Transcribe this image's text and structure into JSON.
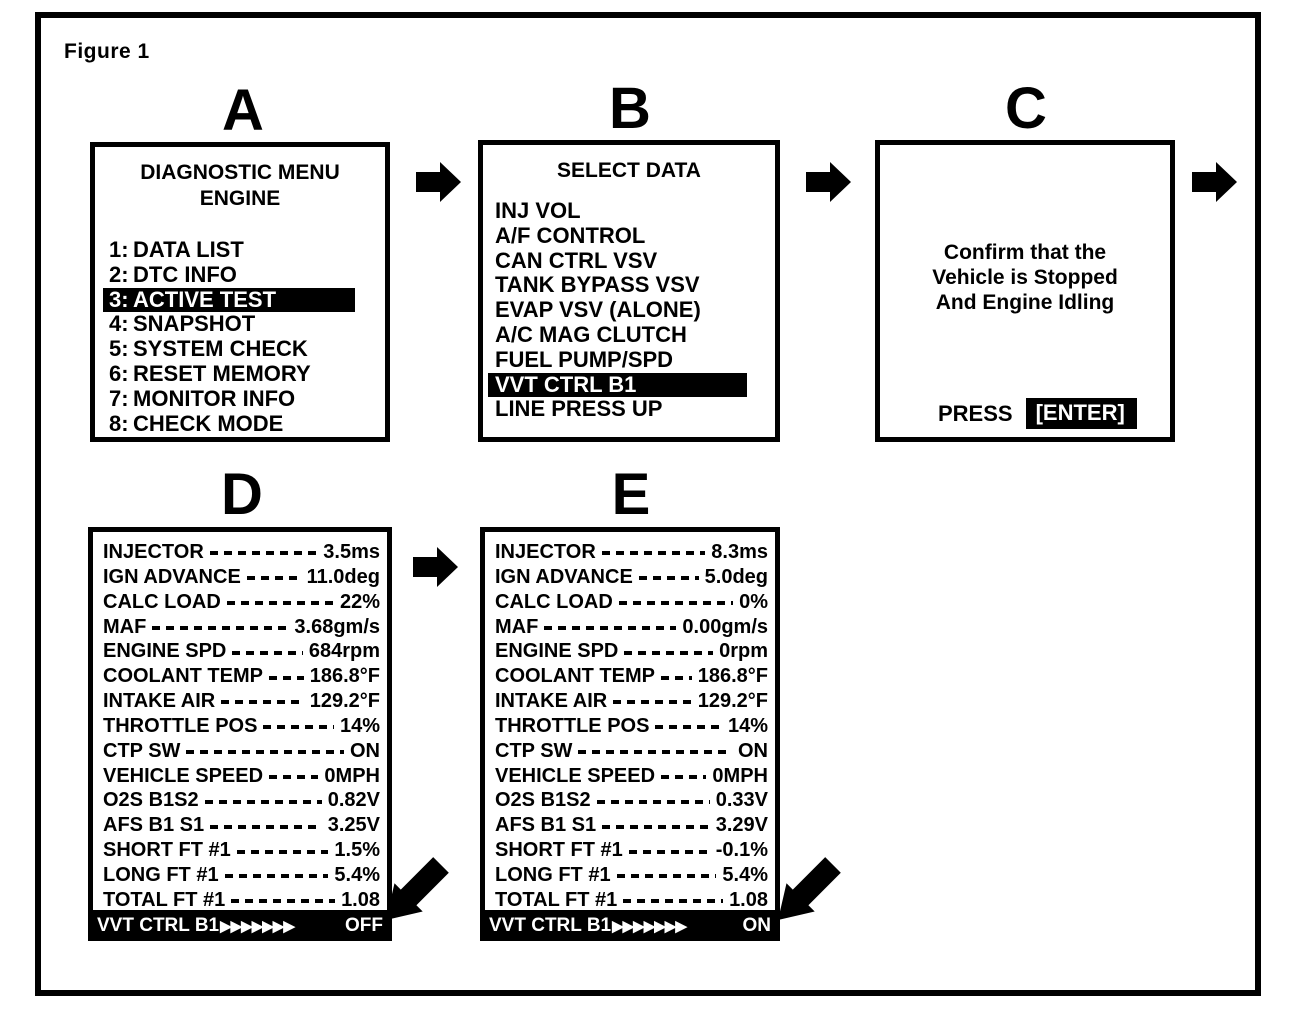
{
  "figure": {
    "label": "Figure 1"
  },
  "colors": {
    "ink": "#000000",
    "paper": "#ffffff",
    "highlight_bg": "#000000",
    "highlight_text": "#ffffff"
  },
  "icons": {
    "flow_arrow": "right-block-arrow",
    "pointer_arrow": "down-left-thick-arrow"
  },
  "panels": {
    "a": {
      "letter": "A",
      "title_line1": "DIAGNOSTIC MENU",
      "title_line2": "ENGINE",
      "items": [
        {
          "num": "1:",
          "label": "DATA LIST",
          "highlighted": false
        },
        {
          "num": "2:",
          "label": "DTC INFO",
          "highlighted": false
        },
        {
          "num": "3:",
          "label": "ACTIVE TEST",
          "highlighted": true
        },
        {
          "num": "4:",
          "label": "SNAPSHOT",
          "highlighted": false
        },
        {
          "num": "5:",
          "label": "SYSTEM CHECK",
          "highlighted": false
        },
        {
          "num": "6:",
          "label": "RESET MEMORY",
          "highlighted": false
        },
        {
          "num": "7:",
          "label": "MONITOR INFO",
          "highlighted": false
        },
        {
          "num": "8:",
          "label": "CHECK MODE",
          "highlighted": false
        }
      ]
    },
    "b": {
      "letter": "B",
      "title": "SELECT DATA",
      "items": [
        {
          "label": "INJ VOL",
          "highlighted": false
        },
        {
          "label": "A/F CONTROL",
          "highlighted": false
        },
        {
          "label": "CAN CTRL VSV",
          "highlighted": false
        },
        {
          "label": "TANK BYPASS VSV",
          "highlighted": false
        },
        {
          "label": "EVAP VSV (ALONE)",
          "highlighted": false
        },
        {
          "label": "A/C MAG CLUTCH",
          "highlighted": false
        },
        {
          "label": "FUEL PUMP/SPD",
          "highlighted": false
        },
        {
          "label": "VVT CTRL B1",
          "highlighted": true
        },
        {
          "label": "LINE PRESS UP",
          "highlighted": false
        }
      ]
    },
    "c": {
      "letter": "C",
      "message_line1": "Confirm that the",
      "message_line2": "Vehicle is Stopped",
      "message_line3": "And Engine Idling",
      "press_label": "PRESS",
      "enter_label": "[ENTER]"
    },
    "d": {
      "letter": "D",
      "rows": [
        {
          "label": "INJECTOR",
          "value": "3.5ms"
        },
        {
          "label": "IGN ADVANCE",
          "value": "11.0deg"
        },
        {
          "label": "CALC LOAD",
          "value": "22%"
        },
        {
          "label": "MAF",
          "value": "3.68gm/s"
        },
        {
          "label": "ENGINE SPD",
          "value": "684rpm"
        },
        {
          "label": "COOLANT TEMP",
          "value": "186.8°F"
        },
        {
          "label": "INTAKE AIR",
          "value": "129.2°F"
        },
        {
          "label": "THROTTLE POS",
          "value": "14%"
        },
        {
          "label": "CTP SW",
          "value": "ON"
        },
        {
          "label": "VEHICLE SPEED",
          "value": "0MPH"
        },
        {
          "label": "O2S B1S2",
          "value": "0.82V"
        },
        {
          "label": "AFS B1 S1",
          "value": "3.25V"
        },
        {
          "label": "SHORT FT #1",
          "value": "1.5%"
        },
        {
          "label": "LONG FT #1",
          "value": "5.4%"
        },
        {
          "label": "TOTAL FT #1",
          "value": "1.08"
        }
      ],
      "status": {
        "label": "VVT CTRL B1",
        "arrows": "▶▶▶▶▶▶▶",
        "value": "OFF"
      }
    },
    "e": {
      "letter": "E",
      "rows": [
        {
          "label": "INJECTOR",
          "value": "8.3ms"
        },
        {
          "label": "IGN ADVANCE",
          "value": "5.0deg"
        },
        {
          "label": "CALC LOAD",
          "value": "0%"
        },
        {
          "label": "MAF",
          "value": "0.00gm/s"
        },
        {
          "label": "ENGINE SPD",
          "value": "0rpm"
        },
        {
          "label": "COOLANT TEMP",
          "value": "186.8°F"
        },
        {
          "label": "INTAKE AIR",
          "value": "129.2°F"
        },
        {
          "label": "THROTTLE POS",
          "value": "14%"
        },
        {
          "label": "CTP SW",
          "value": "ON"
        },
        {
          "label": "VEHICLE SPEED",
          "value": "0MPH"
        },
        {
          "label": "O2S B1S2",
          "value": "0.33V"
        },
        {
          "label": "AFS B1 S1",
          "value": "3.29V"
        },
        {
          "label": "SHORT FT #1",
          "value": "-0.1%"
        },
        {
          "label": "LONG FT #1",
          "value": "5.4%"
        },
        {
          "label": "TOTAL FT #1",
          "value": "1.08"
        }
      ],
      "status": {
        "label": "VVT CTRL B1",
        "arrows": "▶▶▶▶▶▶▶",
        "value": "ON"
      }
    }
  }
}
